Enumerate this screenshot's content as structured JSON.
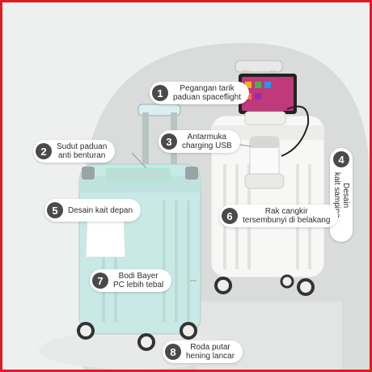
{
  "callouts": [
    {
      "num": "1",
      "line1": "Pegangan tarik",
      "line2": "paduan spaceflight"
    },
    {
      "num": "2",
      "line1": "Sudut paduan",
      "line2": "anti benturan"
    },
    {
      "num": "3",
      "line1": "Antarmuka",
      "line2": "charging USB"
    },
    {
      "num": "4",
      "line1": "Desain",
      "line2": "kait samping"
    },
    {
      "num": "5",
      "line1": "Desain kait depan",
      "line2": ""
    },
    {
      "num": "6",
      "line1": "Rak cangkir",
      "line2": "tersembunyi di belakang"
    },
    {
      "num": "7",
      "line1": "Bodi Bayer",
      "line2": "PC lebih tebal"
    },
    {
      "num": "8",
      "line1": "Roda putar",
      "line2": "hening lancar"
    }
  ],
  "colors": {
    "frame": "#e31b23",
    "blue_suitcase": "#c9e9e6",
    "white_suitcase": "#f7f7f5",
    "badge": "#4a4a4a"
  }
}
